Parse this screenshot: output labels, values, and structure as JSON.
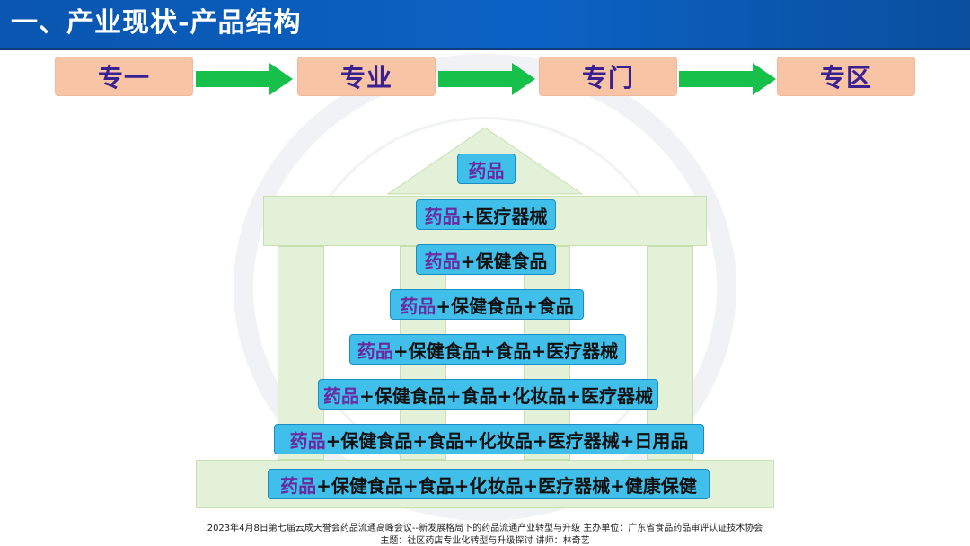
{
  "title": "一、产业现状-产品结构",
  "stages": [
    "专一",
    "专业",
    "专门",
    "专区"
  ],
  "products": {
    "drug": "药品",
    "plus": "+",
    "tiers": [
      [],
      [
        "医疗器械"
      ],
      [
        "保健食品"
      ],
      [
        "保健食品",
        "食品"
      ],
      [
        "保健食品",
        "食品",
        "医疗器械"
      ],
      [
        "保健食品",
        "食品",
        "化妆品",
        "医疗器械"
      ],
      [
        "保健食品",
        "食品",
        "化妆品",
        "医疗器械",
        "日用品"
      ],
      [
        "保健食品",
        "食品",
        "化妆品",
        "医疗器械",
        "健康保健"
      ]
    ]
  },
  "colors": {
    "title_bar": "#0b62c4",
    "stage_box": "#f7c4a6",
    "stage_text": "#3a2090",
    "arrow": "#17c04a",
    "building": "#e3f1d8",
    "pill": "#3fbfe9",
    "drug_text": "#6a2aa0"
  },
  "icons": {
    "stage_arrow": "right-arrow-icon"
  },
  "footer": {
    "line1": "2023年4月8日第七届云成天誉会药品流通高峰会议--新发展格局下的药品流通产业转型与升级      主办单位：广东省食品药品审评认证技术协会",
    "line2": "主题：社区药店专业化转型与升级探讨        讲师：林奇艺"
  }
}
